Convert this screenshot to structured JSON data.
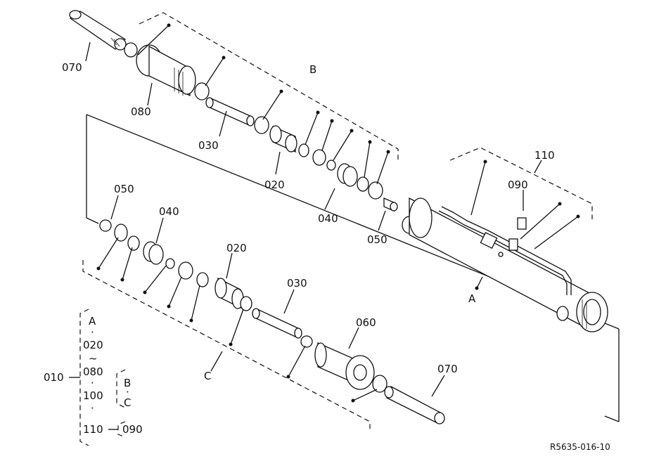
{
  "diagram": {
    "callouts": {
      "c070_top": "070",
      "c080": "080",
      "c030_top": "030",
      "cB": "B",
      "c020_top": "020",
      "c040_top": "040",
      "c050_top": "050",
      "c110": "110",
      "c090": "090",
      "cA": "A",
      "c050_left": "050",
      "c040_left": "040",
      "c020_mid": "020",
      "c030_mid": "030",
      "c060": "060",
      "c070_bot": "070",
      "cC": "C"
    },
    "legend": {
      "root": "010",
      "a": "A",
      "dot1": "·",
      "n020": "020",
      "tilde": "~",
      "n080": "080",
      "dot2": "·",
      "n100": "100",
      "dot3": "·",
      "n110": "110",
      "n090": "090",
      "b": "B",
      "dot4": "·",
      "c": "C"
    },
    "drawing_number": "R5635-016-10"
  }
}
